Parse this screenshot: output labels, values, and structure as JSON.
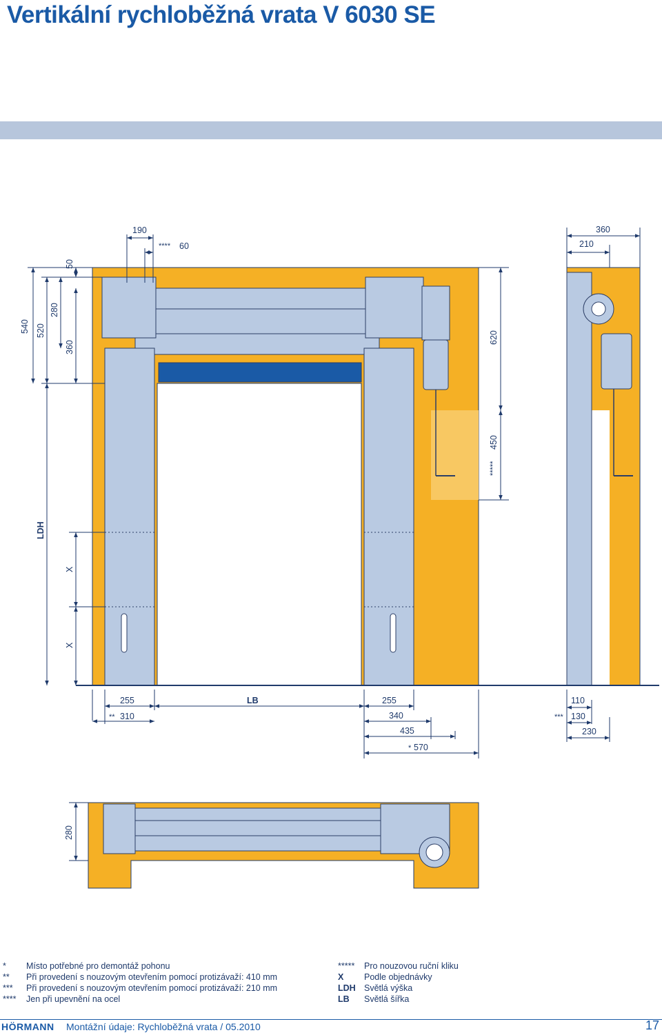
{
  "title": "Vertikální rychloběžná vrata V 6030 SE",
  "colors": {
    "accent": "#1a5aa6",
    "wall": "#f5b025",
    "wall_light": "#f8c862",
    "panel": "#b9cae2",
    "band": "#b7c6dc"
  },
  "dimensions": {
    "top": {
      "d190": "190",
      "d60": "60",
      "d60_mark": "****",
      "d360": "360",
      "d210": "210"
    },
    "left": {
      "d540": "540",
      "d520": "520",
      "d50": "50",
      "d280": "280",
      "d360": "360",
      "ldh": "LDH",
      "x1": "X",
      "x2": "X"
    },
    "right": {
      "d620": "620",
      "d450": "450",
      "d450_mark": "*****"
    },
    "bottom": {
      "d255a": "255",
      "lb": "LB",
      "d255b": "255",
      "d310": "310",
      "d310_mark": "**",
      "d340": "340",
      "d435": "435",
      "d570": "570",
      "d570_mark": "*",
      "d110": "110",
      "d130": "130",
      "d130_mark": "***",
      "d230": "230"
    },
    "plan": {
      "d280": "280"
    }
  },
  "legend": {
    "left": [
      {
        "key": "*",
        "text": "Místo potřebné pro demontáž pohonu"
      },
      {
        "key": "**",
        "text": "Při provedení s nouzovým otevřením pomocí protizávaží: 410 mm"
      },
      {
        "key": "***",
        "text": "Při provedení s nouzovým otevřením pomocí protizávaží: 210 mm"
      },
      {
        "key": "****",
        "text": "Jen při upevnění na ocel"
      }
    ],
    "right": [
      {
        "key": "*****",
        "text": "Pro nouzovou ruční kliku"
      },
      {
        "key": "X",
        "text": "Podle objednávky"
      },
      {
        "key": "LDH",
        "text": "Světlá výška"
      },
      {
        "key": "LB",
        "text": "Světlá šířka"
      }
    ]
  },
  "footer": {
    "brand": "HÖRMANN",
    "text": "Montážní údaje: Rychloběžná vrata / 05.2010",
    "page": "17"
  }
}
